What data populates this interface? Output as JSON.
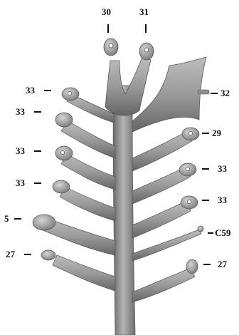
{
  "image": {
    "subject": "branched-casting-tree",
    "colors": {
      "metal": "#9b9b9b",
      "metal_light": "#c9c9c9",
      "metal_dark": "#5e5e5e",
      "ink": "#111111",
      "background": "#ffffff"
    }
  },
  "labels": {
    "l30": "30",
    "l31": "31",
    "l32": "32",
    "l33a": "33",
    "l33b": "33",
    "l33c": "33",
    "l33d": "33",
    "l29": "29",
    "l33e": "33",
    "l33f": "33",
    "l5": "5",
    "lC59": "C59",
    "l27a": "27",
    "l27b": "27"
  }
}
